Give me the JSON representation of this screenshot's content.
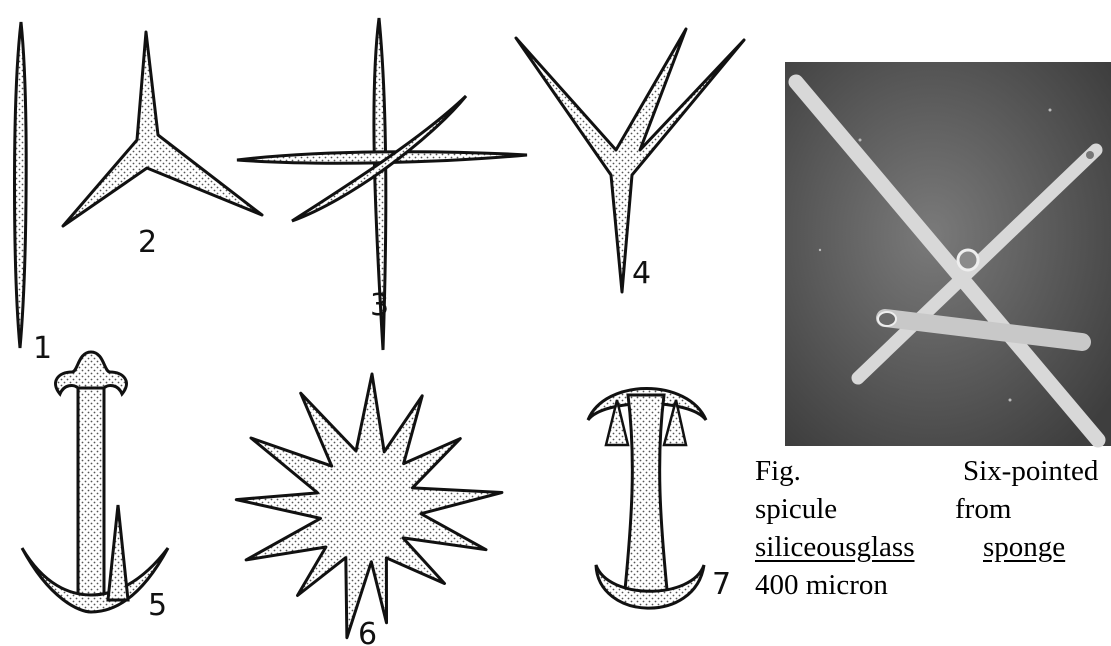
{
  "labels": {
    "s1": "1",
    "s2": "2",
    "s3": "3",
    "s4": "4",
    "s5": "5",
    "s6": "6",
    "s7": "7"
  },
  "caption": {
    "line1_a": "Fig.",
    "line1_b": "Six-pointed",
    "line2_a": "spicule",
    "line2_b": "from",
    "line3_a": "siliceousglass",
    "line3_b": "sponge",
    "line4": "400 micron"
  },
  "colors": {
    "ink": "#111111",
    "stipple": "#555555",
    "photo_bg": "#5f5f5f",
    "photo_rod": "#dcdcdc"
  }
}
